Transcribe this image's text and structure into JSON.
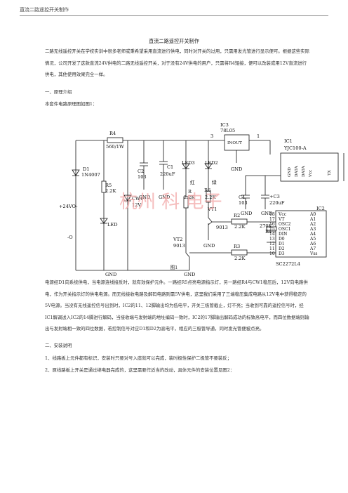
{
  "header": {
    "running_title": "直流二路遥控开关制作"
  },
  "doc": {
    "title": "直流二路遥控开关制作",
    "intro": "二路无线遥控开关在学校实训中很多老师或秉希望采用直流进行供电，同时对开关的过用，只需用发光管进行显示便可。根据这些实际情况，公司开发了这款直流24V供电的二路无线遥控开关，对于没有24V供电的用户，只需将R4短接，便可以改装成用12V直流进行供电，其他使用效果完全一样。",
    "section1": "一、原理介绍",
    "figure_intro": "本套件电路原理图如图1：",
    "figure_caption": "图1",
    "explanation": "电源经D1向系统供电，当电源连线接反时，就有效保护元件。一路经R5点亮电源指示灯，另一路经R4与CW1稳压后，12V向电路供电，作为开关指示灯的供电电源。而无线接收电路及解码电路则需5V供电，这里我们采用了三端稳压集成电路从12V电中获得稳定的5V电源。当没有无线遥控信号出到时，IC2的11、12脚输出均为低电平，开关三极管截止，灯不亮；当收到可靠的遥控信号时，经IC1解调送入IC2的14脚进行解码，当接收端与发射端的地址编码一致时，IC2的17脚输出解码成功的标致高电平，而四位数据端则输出与发射端相一致的四位数据，若控制信号对应D1和D2为高电平，相应的三极管导通，同时发光管便被点亮。",
    "section2": "二、安装说明",
    "item1": "1、线路板上元件都有标识，安装时只要对号入座就可以完成，装时极性保护二极管不要装反；",
    "item2": "2、原线路板上开关是通过继电器完成的，这里需要作适当的改动，具体元件的安装位置见图2："
  },
  "schematic": {
    "watermark": "杭州     科     电子",
    "labels": {
      "r4": "R4",
      "r4_val": "560/1W",
      "ic3": "IC3",
      "ic3_part": "78L05",
      "ic3_in": "INOUT",
      "pin3": "3",
      "pin1": "1",
      "c1": "C1",
      "c1_val": "220uF",
      "c2": "C2",
      "c2_val": "103",
      "led3": "LED3",
      "led2": "LED2",
      "red": "红",
      "green": "绿",
      "gnd": "GND",
      "d1": "D1",
      "d1_val": "1N4007",
      "r5": "R5",
      "r5_val": "2.2K",
      "cw1": "CW1",
      "cw1_val": "12V",
      "led": "LED",
      "vin": "+24VO-",
      "minus": "-O",
      "r1_270": "270K",
      "r1": "R1",
      "c4": "C4",
      "c4_val": "103",
      "c3": "+C3",
      "c3_val": "220uF",
      "r6": "R6",
      "r6_val": "2.2K",
      "r_left": "R",
      "r_left_val": "2.2K",
      "vt1": "VT1",
      "vt1_val": "9013",
      "vt2": "VT2",
      "vt2_val": "9013",
      "r2": "R2",
      "r2_val": "2.2K",
      "r3": "R3",
      "r3_val": "2.2K",
      "ic1": "IC1",
      "ic1_part": "YJC100-A",
      "ic1_pins": [
        "GND",
        "DATA",
        "DATA",
        "Vcc",
        "TX"
      ],
      "ic2": "IC2",
      "ic2_part": "SC2272L4",
      "ic2_left": [
        "Vcc",
        "VT",
        "OSC2",
        "OSC1",
        "DIN",
        "D0",
        "D1",
        "D2",
        "D3"
      ],
      "ic2_right": [
        "A0",
        "A1",
        "A2",
        "A3",
        "A4",
        "A5",
        "A6",
        "A7",
        "Vss"
      ],
      "ic2_pins": [
        "18",
        "17",
        "16",
        "15",
        "14",
        "13",
        "12",
        "11",
        "10"
      ]
    }
  }
}
